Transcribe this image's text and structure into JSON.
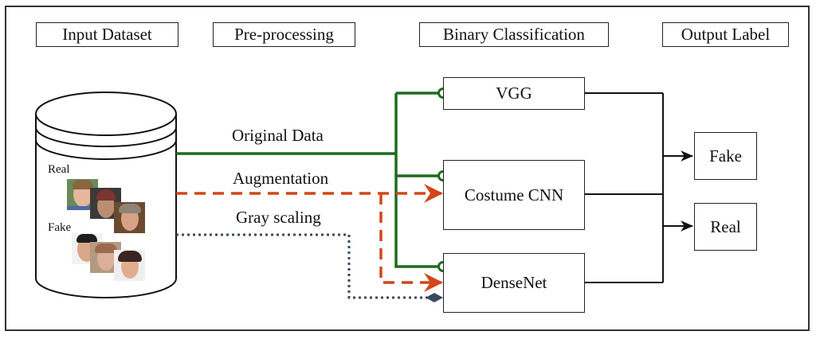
{
  "headers": {
    "input": "Input Dataset",
    "preprocessing": "Pre-processing",
    "classification": "Binary Classification",
    "output": "Output Label"
  },
  "dataset": {
    "real_label": "Real",
    "fake_label": "Fake",
    "real_faces": [
      "boy-face",
      "bearded-man-face",
      "older-woman-face"
    ],
    "fake_faces": [
      "asian-man-face",
      "woman-glasses-face",
      "young-woman-face"
    ]
  },
  "preprocessing": {
    "original": "Original Data",
    "augmentation": "Augmentation",
    "grayscale": "Gray scaling"
  },
  "models": {
    "vgg": "VGG",
    "cnn": "Costume CNN",
    "densenet": "DenseNet"
  },
  "outputs": {
    "fake": "Fake",
    "real": "Real"
  },
  "colors": {
    "original": "#1e6b1e",
    "augmentation": "#d2461a",
    "grayscale": "#3a4a5c",
    "line": "#111111"
  }
}
